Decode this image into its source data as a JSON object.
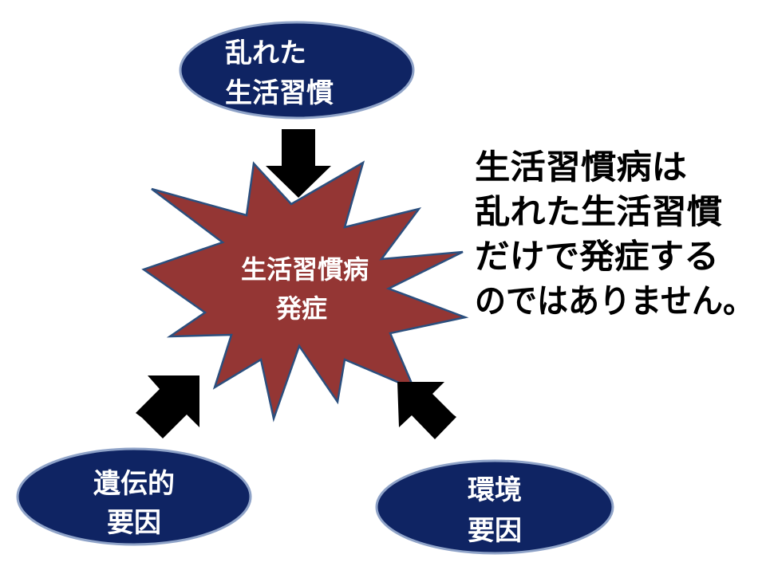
{
  "colors": {
    "ellipse_fill": "#0f2463",
    "ellipse_stroke": "#8fa3c8",
    "burst_fill": "#943634",
    "burst_stroke": "#2b4f7e",
    "arrow_fill": "#000000",
    "node_text": "#ffffff",
    "message_text": "#000000"
  },
  "nodes": {
    "top": {
      "line1": "乱れた",
      "line2": "生活習慣"
    },
    "left": {
      "line1": "遺伝的",
      "line2": "要因"
    },
    "right": {
      "line1": "環境",
      "line2": "要因"
    }
  },
  "center": {
    "line1": "生活習慣病",
    "line2": "発症"
  },
  "message": {
    "line1": "生活習慣病は",
    "line2": "乱れた生活習慣",
    "line3": "だけで発症する",
    "line4": "のではありません。"
  },
  "arrows": [
    {
      "from": "top",
      "to": "center",
      "icon": "arrow-down-icon"
    },
    {
      "from": "left",
      "to": "center",
      "icon": "arrow-up-right-icon"
    },
    {
      "from": "right",
      "to": "center",
      "icon": "arrow-up-left-icon"
    }
  ]
}
